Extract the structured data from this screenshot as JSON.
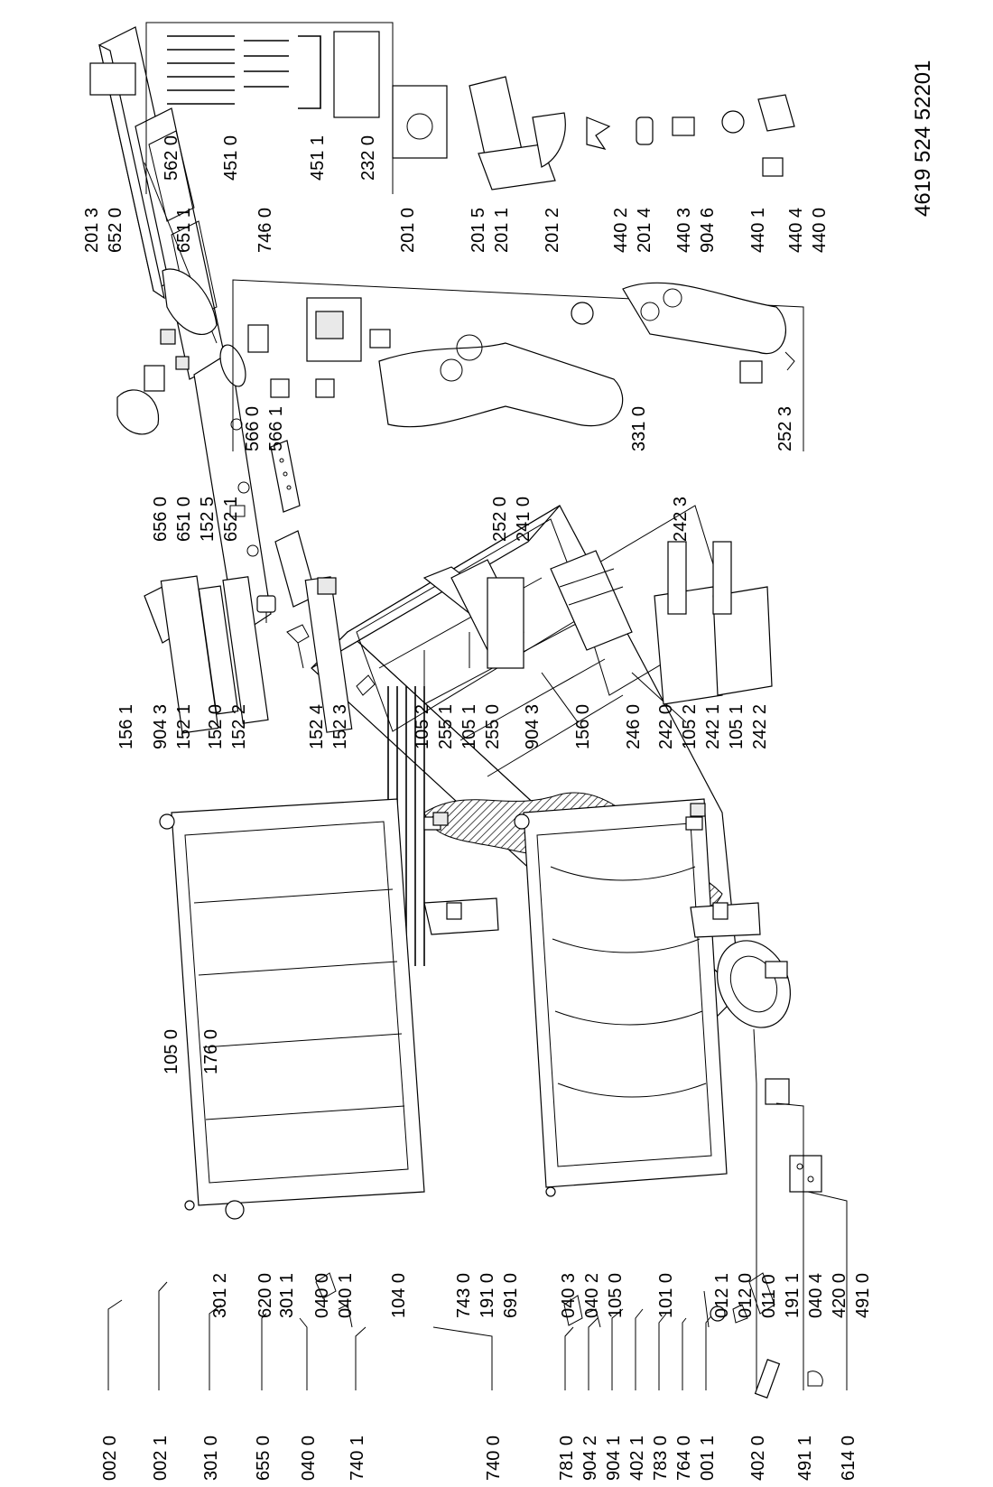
{
  "document_number": "4619 524 52201",
  "labels": {
    "p0020": "002 0",
    "p0021": "002 1",
    "p3010": "301 0",
    "p6550": "655 0",
    "p0400": "040 0",
    "p7401": "740 1",
    "p7400": "740 0",
    "p7810": "781 0",
    "p9042": "904 2",
    "p9041": "904 1",
    "p4021": "402 1",
    "p7830": "783 0",
    "p7640": "764 0",
    "p0011": "001 1",
    "p4020": "402 0",
    "p4911": "491 1",
    "p6140": "614 0",
    "p1050a": "105 0",
    "p1760": "176 0",
    "p3012": "301 2",
    "p6200": "620 0",
    "p3011": "301 1",
    "p0402b": "040 0",
    "p0401": "040 1",
    "p1040": "104 0",
    "p7430": "743 0",
    "p1910": "191 0",
    "p6910": "691 0",
    "p0403": "040 3",
    "p0402": "040 2",
    "p1050b": "105 0",
    "p1010": "101 0",
    "p0121": "012 1",
    "p0120": "012 0",
    "p0110": "011 0",
    "p1911": "191 1",
    "p0404": "040 4",
    "p4200": "420 0",
    "p4910": "491 0",
    "p1561": "156 1",
    "p9043a": "904 3",
    "p1521": "152 1",
    "p1520": "152 0",
    "p1522": "152 2",
    "p1524": "152 4",
    "p1523": "152 3",
    "p1052a": "105 2",
    "p2551": "255 1",
    "p1051a": "105 1",
    "p2550": "255 0",
    "p9043b": "904 3",
    "p1560": "156 0",
    "p2460": "246 0",
    "p2420": "242 0",
    "p1052b": "105 2",
    "p2421": "242 1",
    "p1051b": "105 1",
    "p2422": "242 2",
    "p6560": "656 0",
    "p6510": "651 0",
    "p1525": "152 5",
    "p6521": "652 1",
    "p2520": "252 0",
    "p2410": "241 0",
    "p2423": "242 3",
    "p5660": "566 0",
    "p5661": "566 1",
    "p3310": "331 0",
    "p2523": "252 3",
    "p2013": "201 3",
    "p6520": "652 0",
    "p6511": "651 1",
    "p7460": "746 0",
    "p5620": "562 0",
    "p4510": "451 0",
    "p4511": "451 1",
    "p2320": "232 0",
    "p2010": "201 0",
    "p2015": "201 5",
    "p2011": "201 1",
    "p2012": "201 2",
    "p4402": "440 2",
    "p2014": "201 4",
    "p4403": "440 3",
    "p9046": "904 6",
    "p4401": "440 1",
    "p4404": "440 4",
    "p4400": "440 0"
  }
}
